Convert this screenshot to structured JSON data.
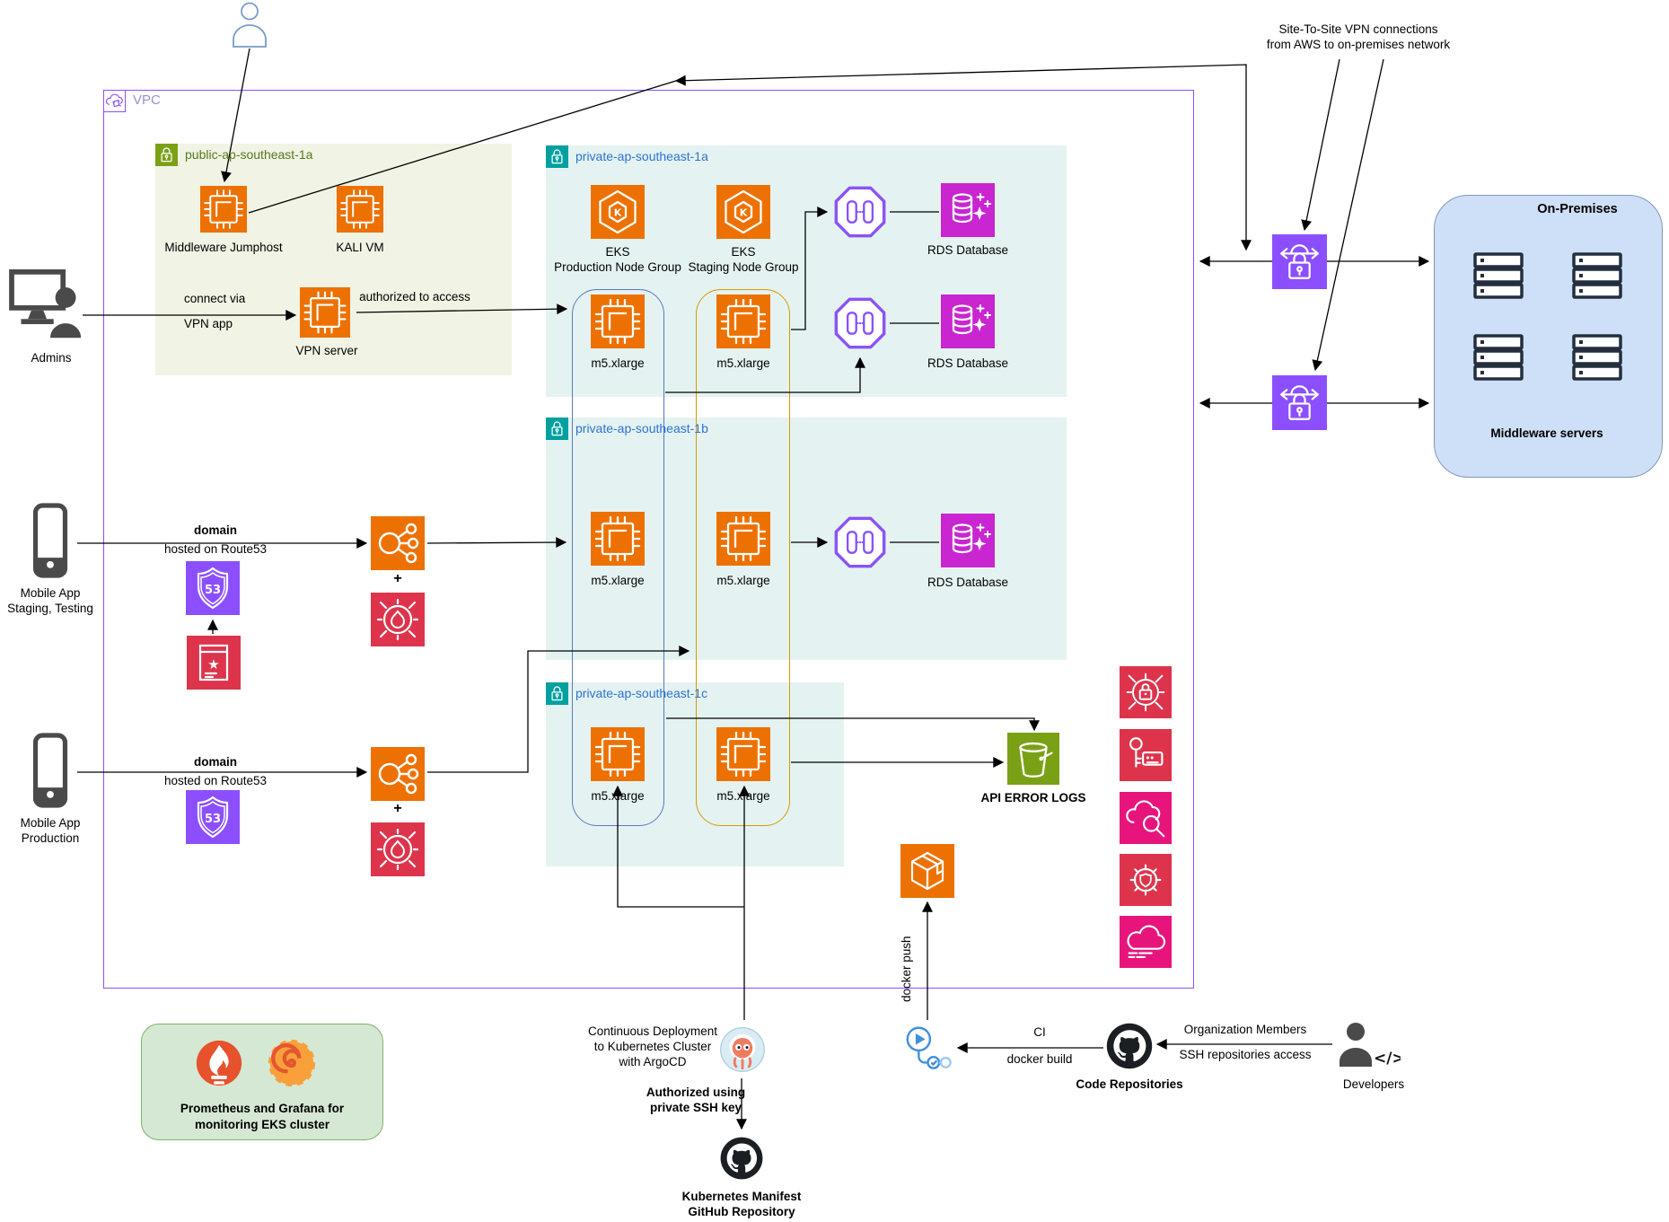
{
  "vpc": {
    "label": "VPC"
  },
  "subnets": {
    "public_1a": "public-ap-southeast-1a",
    "private_1a": "private-ap-southeast-1a",
    "private_1b": "private-ap-southeast-1b",
    "private_1c": "private-ap-southeast-1c"
  },
  "nodes": {
    "middleware_jumphost": "Middleware Jumphost",
    "kali_vm": "KALI VM",
    "vpn_server": "VPN server",
    "admins": "Admins",
    "eks": "EKS",
    "eks_production_group": "Production Node Group",
    "eks_staging_group": "Staging Node Group",
    "m5_instance": "m5.xlarge",
    "rds_database": "RDS Database",
    "mobile_app": "Mobile App",
    "mobile_staging_env": "Staging, Testing",
    "mobile_production_env": "Production",
    "api_error_logs": "API ERROR LOGS",
    "on_premises": "On-Premises",
    "middleware_servers": "Middleware servers",
    "developers": "Developers",
    "code_repositories": "Code Repositories",
    "k8s_manifest_1": "Kubernetes Manifest",
    "k8s_manifest_2": "GitHub Repository",
    "monitoring_1": "Prometheus and Grafana for",
    "monitoring_2": "monitoring EKS cluster"
  },
  "edges": {
    "site_to_site_1": "Site-To-Site VPN connections",
    "site_to_site_2": "from AWS to on-premises network",
    "connect_via_1": "connect via",
    "connect_via_2": "VPN app",
    "authorized_to_access": "authorized to access",
    "domain": "domain",
    "hosted_on_route53": "hosted on Route53",
    "plus": "+",
    "docker_push": "docker push",
    "ci": "CI",
    "docker_build": "docker build",
    "org_members": "Organization Members",
    "ssh_repo_access": "SSH repositories access",
    "cd_1": "Continuous Deployment",
    "cd_2": "to Kubernetes Cluster",
    "cd_3": "with ArgoCD",
    "ssh_key_1": "Authorized using",
    "ssh_key_2": "private SSH key"
  },
  "colors": {
    "vpc_border": "#8C4FFF",
    "public_subnet_fill": "#F1F3E4",
    "private_subnet_fill": "#E4F3F1",
    "public_accent": "#7AA116",
    "private_accent": "#00A0A0",
    "public_label": "#547A21",
    "private_label": "#2E73D2",
    "compute_orange": "#ED7100",
    "database_magenta": "#C925D1",
    "network_purple": "#8C4FFF",
    "security_red": "#DD344C",
    "security_pink": "#E7157B",
    "storage_green": "#7AA116",
    "production_column": "#5C77C2",
    "staging_column": "#D79B00",
    "onprem_fill": "#CEE0F7",
    "monitoring_fill": "#D5E8D4"
  },
  "icons": [
    "user-outline-icon",
    "admin-workstation-icon",
    "mobile-phone-icon",
    "developer-icon",
    "ec2-instance-icon",
    "eks-cluster-icon",
    "rds-proxy-icon",
    "rds-database-icon",
    "route53-icon",
    "load-balancer-icon",
    "waf-icon",
    "certificate-icon",
    "vpn-gateway-icon",
    "s3-bucket-icon",
    "ecr-registry-icon",
    "lock-target-icon",
    "key-card-icon",
    "cloud-search-icon",
    "security-hub-icon",
    "cloud-icon",
    "server-rack-icon",
    "prometheus-icon",
    "grafana-icon",
    "argocd-icon",
    "github-icon",
    "github-actions-icon",
    "subnet-lock-icon",
    "vpc-cloud-icon"
  ]
}
